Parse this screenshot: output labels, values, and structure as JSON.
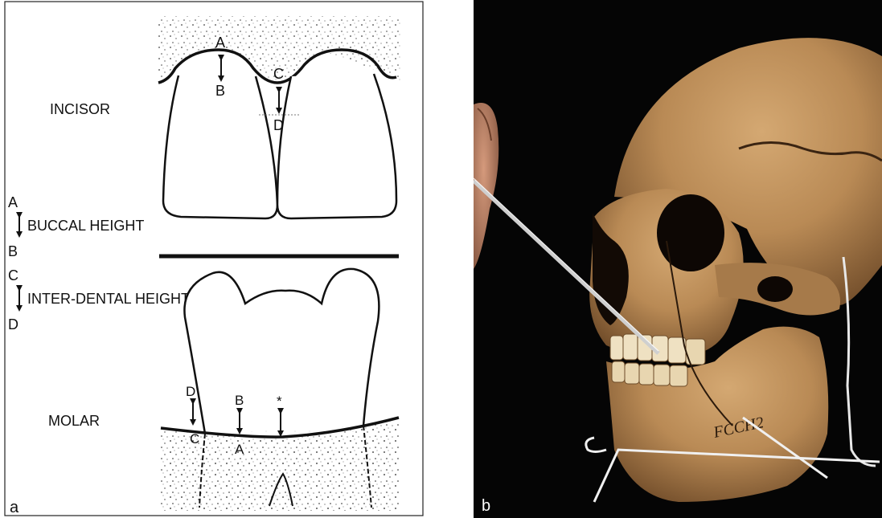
{
  "panel_a": {
    "letter": "a",
    "incisor_label": "INCISOR",
    "molar_label": "MOLAR",
    "legend": {
      "buccal": {
        "top": "A",
        "text": "BUCCAL HEIGHT",
        "bottom": "B"
      },
      "interdental": {
        "top": "C",
        "text": "INTER-DENTAL HEIGHT",
        "bottom": "D"
      }
    },
    "incisor_points": {
      "a": "A",
      "b": "B",
      "c": "C",
      "d": "D"
    },
    "molar_points": {
      "d": "D",
      "c": "C",
      "b": "B",
      "a": "A",
      "star": "*"
    }
  },
  "panel_b": {
    "letter": "b",
    "photo_subject": "skull-photo",
    "mandible_marking": "FCCH2"
  },
  "colors": {
    "ink": "#111111",
    "background": "#ffffff",
    "photo_bg": "#050505",
    "bone": "#b98a55",
    "bone_dark": "#7a5230"
  }
}
